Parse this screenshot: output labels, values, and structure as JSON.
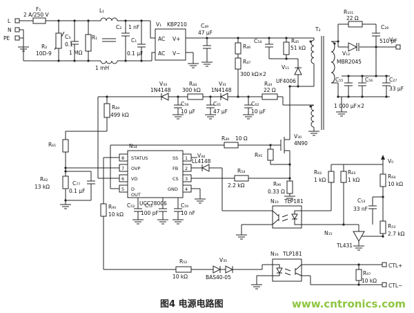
{
  "figure": {
    "caption": "图4  电源电路图",
    "watermark": "www.cntronics.com"
  },
  "input": {
    "fuse": {
      "ref": "F₁",
      "value": "2 A/250 V"
    },
    "terminals": {
      "line": "L",
      "neutral": "N",
      "earth": "PE"
    },
    "varistor": {
      "ref": "R₂",
      "value": "10D-9"
    },
    "c3": {
      "ref": "C₃",
      "value": "0.1"
    },
    "r1": {
      "ref": "R₁",
      "value": "1 MΩ"
    },
    "choke": {
      "ref": "L₁",
      "value": "1 mH"
    },
    "c2": {
      "ref": "C₂",
      "value": "1 nF"
    },
    "c1": {
      "ref": "C₁",
      "value": "0.1 μF"
    }
  },
  "bridge": {
    "ref": "V₁",
    "part": "KBP210",
    "pin_ac1": "AC",
    "pin_ac2": "AC",
    "pin_vplus": "V+",
    "pin_vminus": "V−"
  },
  "bulk": {
    "c49": {
      "ref": "C₄₉",
      "value": "47 μF"
    }
  },
  "startup": {
    "r46": {
      "ref": "R₄₆"
    },
    "r47": {
      "ref": "R₄₇",
      "value": "300 kΩ×2"
    }
  },
  "clamp": {
    "c54": {
      "ref": "C₅₄"
    },
    "r45": {
      "ref": "R₄₅",
      "value": "51 kΩ"
    },
    "v11": {
      "ref": "V₁₁",
      "part": "UF4006"
    }
  },
  "vdd": {
    "v33": {
      "ref": "V₃₃",
      "part": "1N4148"
    },
    "r44": {
      "ref": "R₄₄",
      "value": "300 kΩ"
    },
    "v31": {
      "ref": "V₃₁",
      "part": "1N4148"
    },
    "r43": {
      "ref": "R₄₃",
      "value": "22 Ω"
    },
    "c58": {
      "ref": "C₅₈",
      "value": "10 μF"
    },
    "c61": {
      "ref": "C₆₁",
      "value": "47 μF"
    },
    "c62": {
      "ref": "C₆₂",
      "value": "10 μF"
    }
  },
  "ovp": {
    "r89": {
      "ref": "R₈₉",
      "value": "499 kΩ"
    },
    "r61": {
      "ref": "R₆₁"
    },
    "r62": {
      "ref": "R₆₂",
      "value": "13 kΩ"
    },
    "c77": {
      "ref": "C₇₇",
      "value": "0.1 μF"
    }
  },
  "controller": {
    "ref": "N₁₄",
    "part": "UCC28006",
    "out_label": "OUT",
    "pins_left": [
      {
        "num": "8",
        "name": "STATUS"
      },
      {
        "num": "7",
        "name": "OVP"
      },
      {
        "num": "6",
        "name": "VD"
      },
      {
        "num": "5",
        "name": "D"
      }
    ],
    "pins_right": [
      {
        "num": "1",
        "name": "SS"
      },
      {
        "num": "2",
        "name": "FB"
      },
      {
        "num": "3",
        "name": "CS"
      },
      {
        "num": "4",
        "name": "GND"
      }
    ]
  },
  "gate": {
    "r49": {
      "ref": "R₄₉",
      "value": "10 Ω"
    },
    "r95": {
      "ref": "R₉₅"
    },
    "v30": {
      "ref": "V₃₀",
      "part": "4N90"
    }
  },
  "sense": {
    "r54": {
      "ref": "R₅₄",
      "value": "2.2 kΩ"
    },
    "r96": {
      "ref": "R₉₆",
      "value": "0.33 Ω"
    }
  },
  "ic_aux": {
    "v34": {
      "ref": "V₃₄",
      "part": "LL4148"
    },
    "r90": {
      "ref": "R₉₀",
      "value": "10 kΩ"
    },
    "c52": {
      "ref": "C₅₂"
    },
    "c51": {
      "ref": "C₅₁",
      "value": "100 pF"
    },
    "c50": {
      "ref": "C₅₀",
      "value": "10 nF"
    }
  },
  "transformer": {
    "ref": "T₂"
  },
  "secondary": {
    "r101": {
      "ref": "R₁₀₁",
      "value": "22 Ω"
    },
    "c28": {
      "ref": "C₂₈",
      "value": "510 pF"
    },
    "v12": {
      "ref": "V₁₂",
      "part": "MBR2045"
    },
    "vout": "V₀",
    "c55": {
      "ref": "C₅₅"
    },
    "c56": {
      "ref": "C₅₆"
    },
    "bulk_value": "1 000 μF×2",
    "c27": {
      "ref": "C₂₇",
      "value": "33 μF"
    }
  },
  "feedback": {
    "vout": "V₀",
    "n10": {
      "ref": "N₁₀",
      "part": "TLP181"
    },
    "r62": {
      "ref": "R₆₂",
      "value": "1 kΩ"
    },
    "r63": {
      "ref": "R₆₃",
      "value": "1 kΩ"
    },
    "r64": {
      "ref": "R₆₄",
      "value": "10 kΩ"
    },
    "c53": {
      "ref": "C₅₃",
      "value": "33 nF"
    },
    "n15": {
      "ref": "N₁₅",
      "part": "TL431"
    },
    "r53": {
      "ref": "R₅₃",
      "value": "2.7 kΩ"
    }
  },
  "bottom": {
    "r52": {
      "ref": "R₅₂",
      "value": "10 kΩ"
    },
    "v35": {
      "ref": "V₃₅",
      "part": "BAS40-05"
    },
    "n16": {
      "ref": "N₁₆",
      "part": "TLP181"
    },
    "r97": {
      "ref": "R₉₇",
      "value": "10 kΩ"
    },
    "ctl_plus": "CTL+",
    "ctl_minus": "CTL−"
  }
}
